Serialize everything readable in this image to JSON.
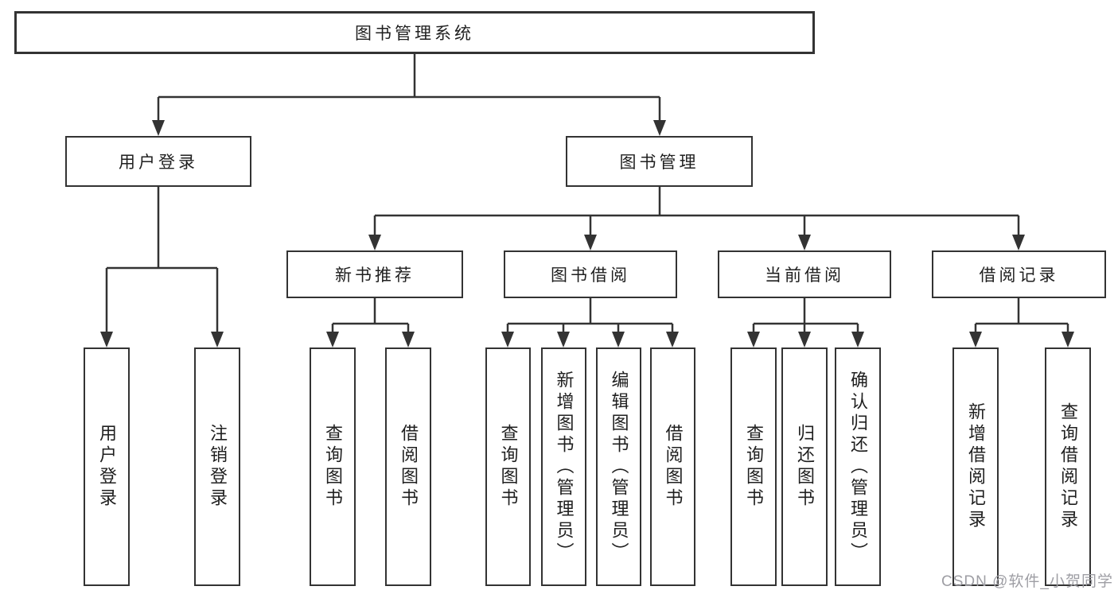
{
  "root": {
    "label": "图书管理系统"
  },
  "branches": [
    {
      "label": "用户登录"
    },
    {
      "label": "图书管理"
    }
  ],
  "sections": [
    {
      "label": "新书推荐"
    },
    {
      "label": "图书借阅"
    },
    {
      "label": "当前借阅"
    },
    {
      "label": "借阅记录"
    }
  ],
  "leaves": [
    {
      "label": "用户登录"
    },
    {
      "label": "注销登录"
    },
    {
      "label": "查询图书"
    },
    {
      "label": "借阅图书"
    },
    {
      "label": "查询图书"
    },
    {
      "label": "新增图书（管理员）"
    },
    {
      "label": "编辑图书（管理员）"
    },
    {
      "label": "借阅图书"
    },
    {
      "label": "查询图书"
    },
    {
      "label": "归还图书"
    },
    {
      "label": "确认归还（管理员）"
    },
    {
      "label": "新增借阅记录"
    },
    {
      "label": "查询借阅记录"
    }
  ],
  "watermark": {
    "text": "CSDN @软件_小贺同学"
  },
  "colors": {
    "line": "#333333",
    "box_border": "#333333",
    "box_fill": "#ffffff",
    "text": "#1f1f1f",
    "watermark": "#9e9ea4",
    "background": "#ffffff"
  }
}
